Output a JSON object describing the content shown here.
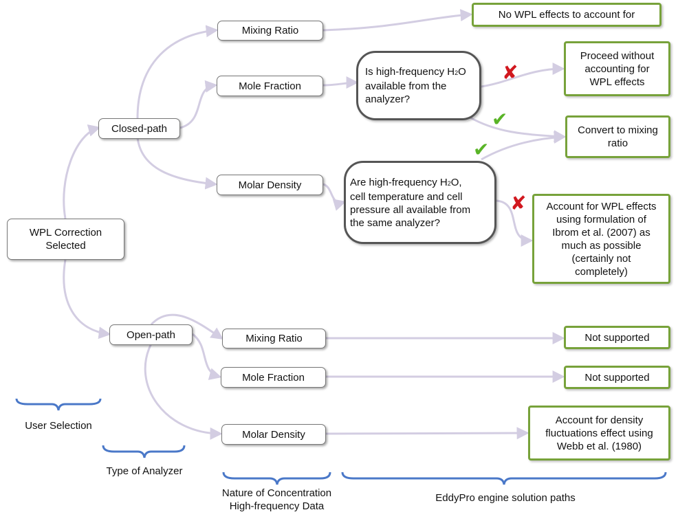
{
  "root": {
    "line1": "WPL Correction",
    "line2": "Selected"
  },
  "analyzer": {
    "closed": "Closed-path",
    "open": "Open-path"
  },
  "nature": {
    "closed_mixing": "Mixing Ratio",
    "closed_mole": "Mole Fraction",
    "closed_density": "Molar Density",
    "open_mixing": "Mixing Ratio",
    "open_mole": "Mole Fraction",
    "open_density": "Molar Density"
  },
  "questions": {
    "q1": {
      "a": "Is high-frequency H",
      "sub": "2",
      "b": "O",
      "l2": "available from the",
      "l3": "analyzer?"
    },
    "q2": {
      "a": "Are high-frequency H",
      "sub": "2",
      "b": "O,",
      "l2": "cell temperature and cell",
      "l3": "pressure all available from",
      "l4": "the same analyzer?"
    }
  },
  "results": {
    "no_wpl": "No WPL effects to account for",
    "proceed": {
      "l1": "Proceed without",
      "l2": "accounting for",
      "l3": "WPL effects"
    },
    "convert": {
      "l1": "Convert to mixing",
      "l2": "ratio"
    },
    "account_wpl": {
      "l1": "Account for WPL effects",
      "l2": "using formulation of",
      "l3": "Ibrom et al. (2007) as",
      "l4": "much as possible",
      "l5": "(certainly not",
      "l6": "completely)"
    },
    "not_supported_1": "Not supported",
    "not_supported_2": "Not supported",
    "account_density": {
      "l1": "Account for density",
      "l2": "fluctuations effect using",
      "l3": "Webb et al. (1980)"
    }
  },
  "marks": {
    "no": "✘",
    "yes": "✔"
  },
  "legend": {
    "user": "User Selection",
    "type": "Type of Analyzer",
    "nature_l1": "Nature of Concentration",
    "nature_l2": "High-frequency Data",
    "eddypro": "EddyPro engine solution paths"
  },
  "colors": {
    "connector": "#d3cde2",
    "result_border": "#77a23a",
    "brace": "#4a78c8",
    "no": "#d1181f",
    "yes": "#59b427"
  }
}
